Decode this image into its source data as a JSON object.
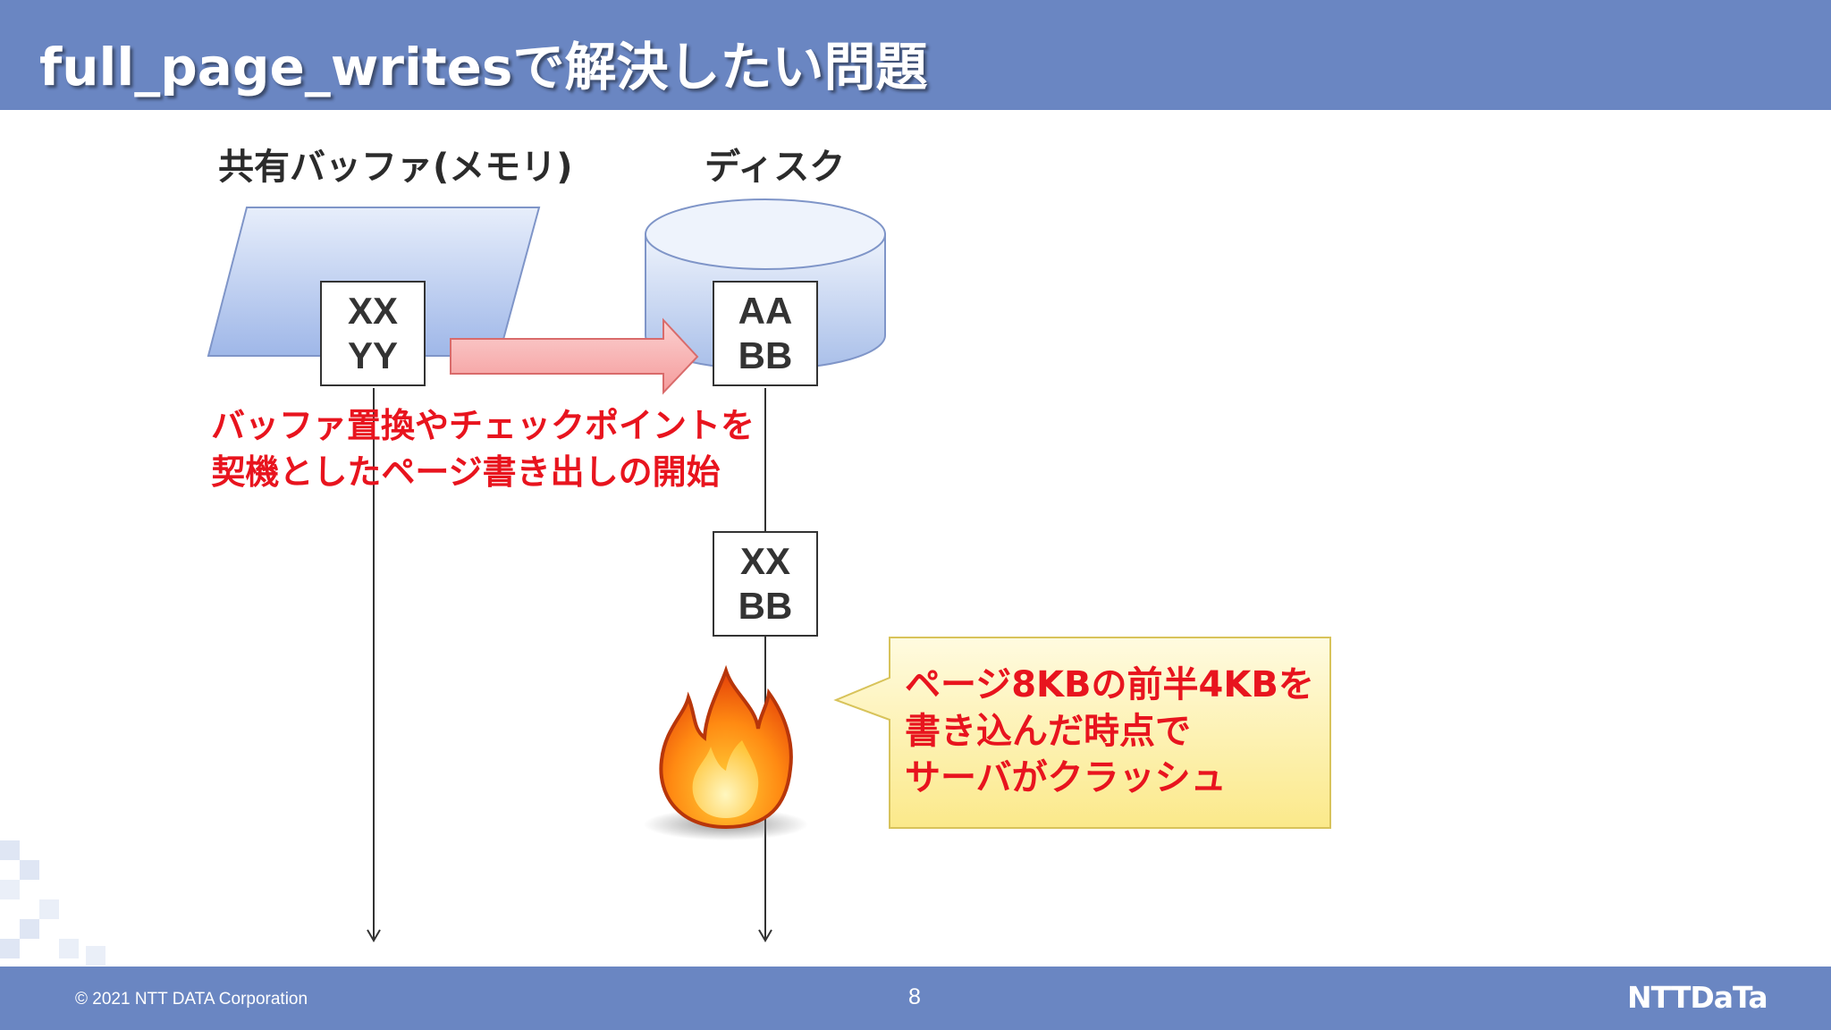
{
  "title": "full_page_writesで解決したい問題",
  "labels": {
    "buffer": "共有バッファ(メモリ)",
    "disk": "ディスク"
  },
  "boxes": {
    "buffer_page": [
      "XX",
      "YY"
    ],
    "disk_page_before": [
      "AA",
      "BB"
    ],
    "disk_page_after": [
      "XX",
      "BB"
    ]
  },
  "annotation": {
    "line1": "バッファ置換やチェックポイントを",
    "line2": "契機としたページ書き出しの開始"
  },
  "callout": {
    "line1": "ページ8KBの前半4KBを",
    "line2": "書き込んだ時点で",
    "line3": "サーバがクラッシュ"
  },
  "footer": {
    "copyright": "© 2021 NTT DATA Corporation",
    "page_number": "8",
    "logo_text": "NTTDaTa"
  },
  "colors": {
    "header_bg": "#6a86c2",
    "annotation_red": "#e8141e",
    "callout_fill": "#fdf4a8"
  },
  "icons": [
    "fire-icon",
    "arrow-right-icon"
  ]
}
